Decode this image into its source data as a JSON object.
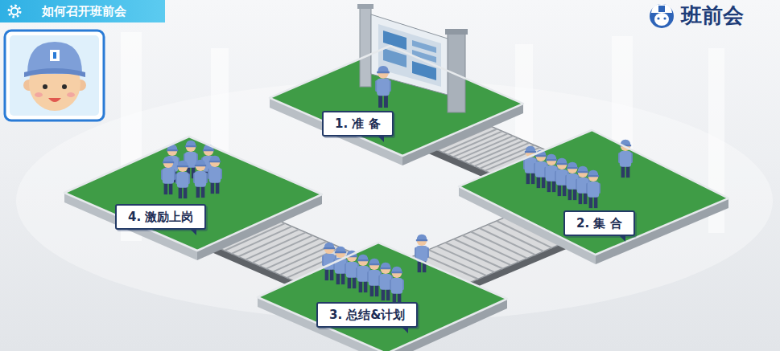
{
  "diagram": {
    "title": "如何召开班前会",
    "nodes": [
      {
        "text": [
          "1. 准 备"
        ]
      },
      {
        "text": [
          "2. 集 合"
        ]
      },
      {
        "text": [
          "3. 总结&计划"
        ]
      },
      {
        "text": [
          "4. 激励上岗"
        ]
      }
    ],
    "edges": [
      {
        "from": 0,
        "to": 1,
        "arrow": "none"
      },
      {
        "from": 1,
        "to": 2,
        "arrow": "none"
      },
      {
        "from": 2,
        "to": 3,
        "arrow": "none"
      }
    ],
    "labels": [
      "班前会"
    ]
  }
}
